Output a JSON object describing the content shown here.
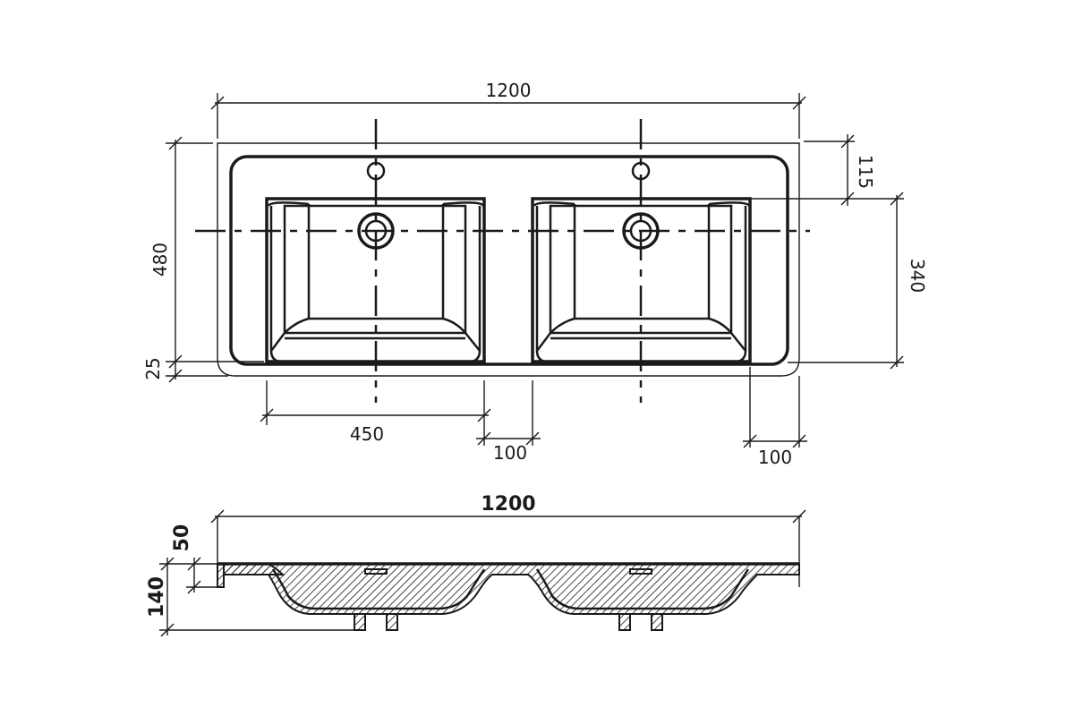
{
  "top_view": {
    "dim_width": "1200",
    "dim_depth": "480",
    "dim_tap_offset": "115",
    "dim_bowl_depth": "340",
    "dim_front_edge": "25",
    "dim_bowl_width": "450",
    "dim_bowl_gap": "100",
    "dim_side_margin": "100"
  },
  "side_view": {
    "dim_width": "1200",
    "dim_rim": "50",
    "dim_height": "140"
  },
  "colors": {
    "line": "#1a1a1a",
    "background": "#ffffff"
  }
}
